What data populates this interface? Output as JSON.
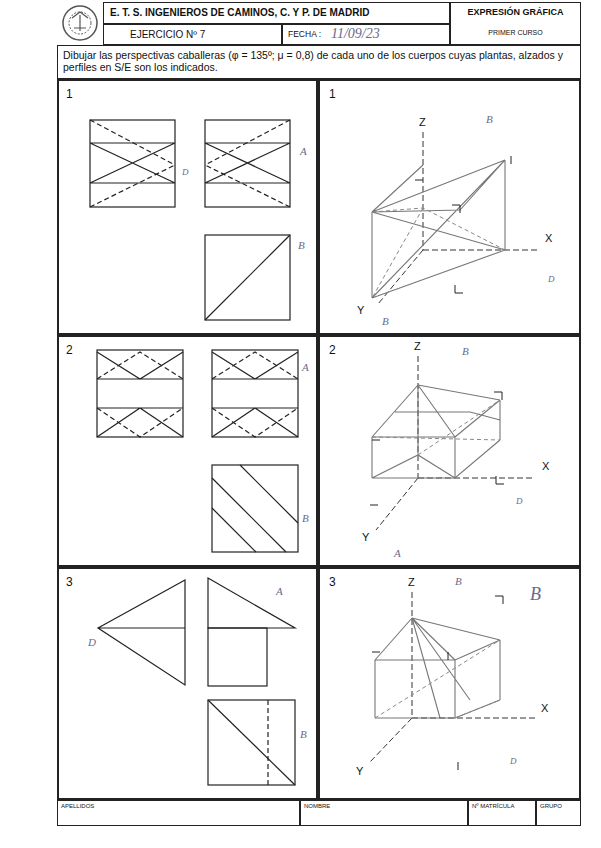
{
  "diagram": {
    "nodes": [
      {
        "text": [
          "E. T. S. INGENIEROS DE CAMINOS, C. Y P.  DE MADRID"
        ]
      },
      {
        "text": [
          "EXPRESIÓN GRÁFICA",
          "PRIMER CURSO"
        ]
      },
      {
        "text": [
          "EJERCICIO  Nº 7"
        ]
      },
      {
        "text": [
          "FECHA :",
          "11/09/23"
        ]
      },
      {
        "text": [
          "Dibujar las perspectivas caballeras (φ = 135º; μ = 0,8) de cada uno de los cuerpos cuyas plantas, alzados y perfiles en S/E son los indicados."
        ]
      },
      {
        "text": [
          "1"
        ]
      },
      {
        "text": [
          "1"
        ]
      },
      {
        "text": [
          "2"
        ]
      },
      {
        "text": [
          "2"
        ]
      },
      {
        "text": [
          "3"
        ]
      },
      {
        "text": [
          "3"
        ]
      },
      {
        "text": [
          "APELLIDOS"
        ]
      },
      {
        "text": [
          "NOMBRE"
        ]
      },
      {
        "text": [
          "Nº MATRÍCULA"
        ]
      },
      {
        "text": [
          "GRUPO"
        ]
      }
    ],
    "labels": [
      "A",
      "D",
      "B",
      "Z",
      "B",
      "X",
      "D",
      "Y",
      "B",
      "A",
      "B",
      "Z",
      "B",
      "X",
      "D",
      "Y",
      "A",
      "A",
      "D",
      "B",
      "Z",
      "B",
      "B",
      "X",
      "Y",
      "D"
    ]
  }
}
